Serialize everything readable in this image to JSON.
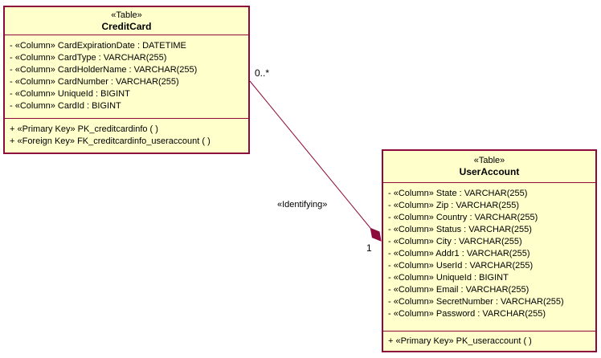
{
  "canvas": {
    "background": "#FFFFFF",
    "accent_color": "#8C0A3C",
    "entity_fill": "#FFFFCC",
    "text_color": "#000000"
  },
  "entities": [
    {
      "stereotype": "«Table»",
      "name": "CreditCard",
      "columns": [
        "- «Column» CardExpirationDate : DATETIME",
        "- «Column» CardType : VARCHAR(255)",
        "- «Column» CardHolderName : VARCHAR(255)",
        "- «Column» CardNumber : VARCHAR(255)",
        "- «Column» UniqueId : BIGINT",
        "- «Column» CardId : BIGINT"
      ],
      "keys": [
        "+ «Primary Key» PK_creditcardinfo ( )",
        "+ «Foreign Key» FK_creditcardinfo_useraccount ( )"
      ]
    },
    {
      "stereotype": "«Table»",
      "name": "UserAccount",
      "columns": [
        "- «Column» State : VARCHAR(255)",
        "- «Column» Zip : VARCHAR(255)",
        "- «Column» Country : VARCHAR(255)",
        "- «Column» Status : VARCHAR(255)",
        "- «Column» City : VARCHAR(255)",
        "- «Column» Addr1 : VARCHAR(255)",
        "- «Column» UserId : VARCHAR(255)",
        "- «Column» UniqueId : BIGINT",
        "- «Column» Email : VARCHAR(255)",
        "- «Column» SecretNumber : VARCHAR(255)",
        "- «Column» Password : VARCHAR(255)"
      ],
      "keys": [
        "+ «Primary Key» PK_useraccount ( )"
      ]
    }
  ],
  "relationship": {
    "label": "«Identifying»",
    "source_multiplicity": "0..*",
    "target_multiplicity": "1"
  }
}
